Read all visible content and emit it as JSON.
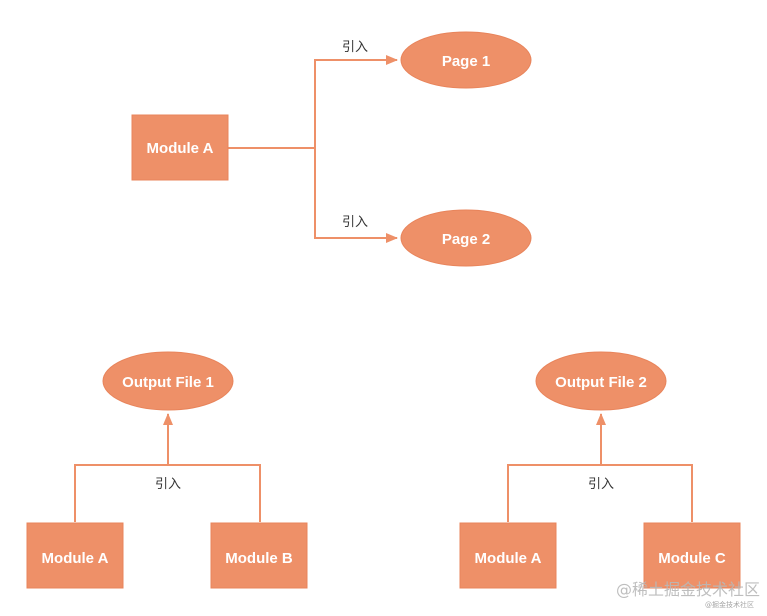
{
  "colors": {
    "node_fill": "#ee9068",
    "node_stroke": "#e8845b",
    "edge": "#ee9068",
    "label_text": "#ffffff",
    "edge_label_text": "#333333"
  },
  "diagram": {
    "top": {
      "source": "Module A",
      "targets": [
        "Page 1",
        "Page 2"
      ],
      "edge_labels": [
        "引入",
        "引入"
      ]
    },
    "bottom_left": {
      "sources": [
        "Module A",
        "Module B"
      ],
      "target": "Output File 1",
      "edge_label": "引入"
    },
    "bottom_right": {
      "sources": [
        "Module A",
        "Module C"
      ],
      "target": "Output File 2",
      "edge_label": "引入"
    }
  },
  "watermark": {
    "main": "@稀土掘金技术社区",
    "sub": "@掘金技术社区"
  }
}
